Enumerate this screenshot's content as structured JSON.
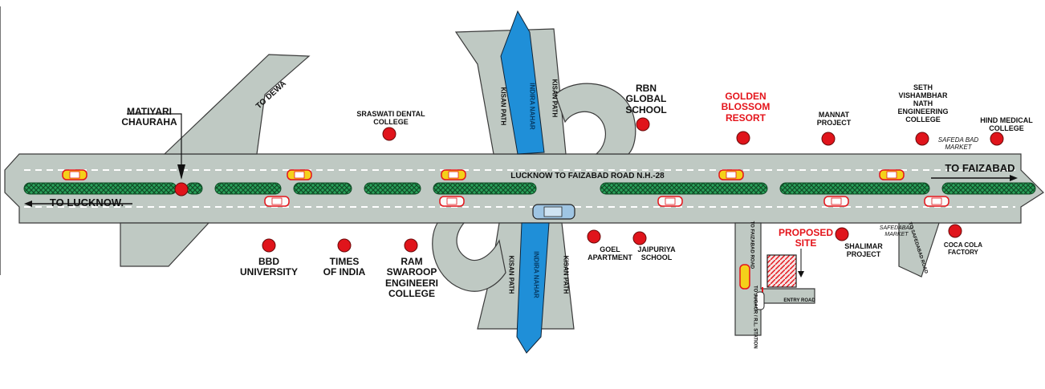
{
  "colors": {
    "road": "#bfc9c3",
    "road_outline": "#3a3a3a",
    "median": "#2aa05a",
    "canal": "#1f8fd8",
    "poi_dot": "#e0141b",
    "highlight_text": "#e4141b",
    "proposed_site": "#e4141b"
  },
  "icons": {
    "poi": "red-circle-icon",
    "car": "car-icon",
    "arrow": "arrow-icon"
  },
  "highway": {
    "name": "LUCKNOW TO FAIZABAD ROAD  N.H.-28",
    "to_faizabad": "TO FAIZABAD",
    "to_lucknow": "TO LUCKNOW."
  },
  "roads": {
    "to_dewa": "TO DEWA",
    "kisan_path_north_left": "KISAN PATH",
    "kisan_path_north_right": "KISAN PATH",
    "kisan_path_south_left": "KISAN PATH",
    "kisan_path_south_right": "KISAN PATH",
    "indira_nahar_north": "INDIRA NAHAR",
    "indira_nahar_south": "INDIRA NAHAR",
    "faizabad_road_small": "TO FAIZABAD ROAD",
    "kursi_road_small": "TO JUGAUR / R.L. STATION",
    "entry_road": "ENTRY ROAD",
    "safedabad_road": "TO SAFEDABAD ROAD"
  },
  "landmarks": {
    "matiyari_chauraha": "MATIYARI\nCHAURAHA",
    "sraswati_dental": "SRASWATI DENTAL\nCOLLEGE",
    "rbn_school": "RBN\nGLOBAL\nSCHOOL",
    "golden_blossom": "GOLDEN\nBLOSSOM\nRESORT",
    "mannat": "MANNAT\nPROJECT",
    "seth_college": "SETH\nVISHAMBHAR\nNATH\nENGINEERING\nCOLLEGE",
    "hind_medical": "HIND MEDICAL\nCOLLEGE",
    "safeda_bad_market_north": "SAFEDA BAD\nMARKET",
    "bbd_university": "BBD\nUNIVERSITY",
    "times_of_india": "TIMES\nOF INDIA",
    "ram_swaroop": "RAM\nSWAROOP\nENGINEERI\nCOLLEGE",
    "goel_apartment": "GOEL\nAPARTMENT",
    "jaipuriya_school": "JAIPURIYA\nSCHOOL",
    "proposed_site": "PROPOSED\nSITE",
    "shalimar": "SHALIMAR\nPROJECT",
    "safedabad_market_south": "SAFEDABAD\nMARKET",
    "coca_cola": "COCA COLA\nFACTORY"
  }
}
